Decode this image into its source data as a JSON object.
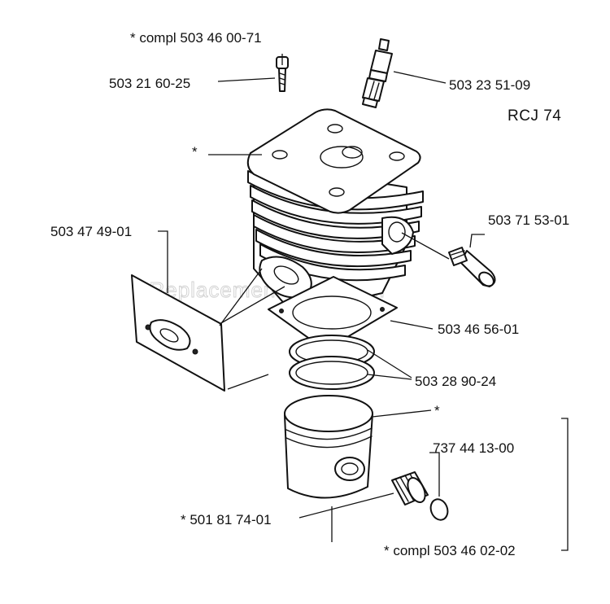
{
  "diagram": {
    "code": "RCJ 74",
    "watermark": "eReplacementParts.com",
    "labels": {
      "compl_top": "*  compl 503 46 00-71",
      "bolt": "503 21 60-25",
      "spark_plug": "503 23 51-09",
      "cylinder": "*",
      "gasket_left": "503 47 49-01",
      "decomp_valve": "503 71 53-01",
      "base_gasket": "503 46 56-01",
      "rings": "503 28 90-24",
      "piston": "*",
      "circlip": "737 44 13-00",
      "pin": "*  501 81 74-01",
      "compl_bottom": "*  compl 503 46 02-02"
    }
  }
}
